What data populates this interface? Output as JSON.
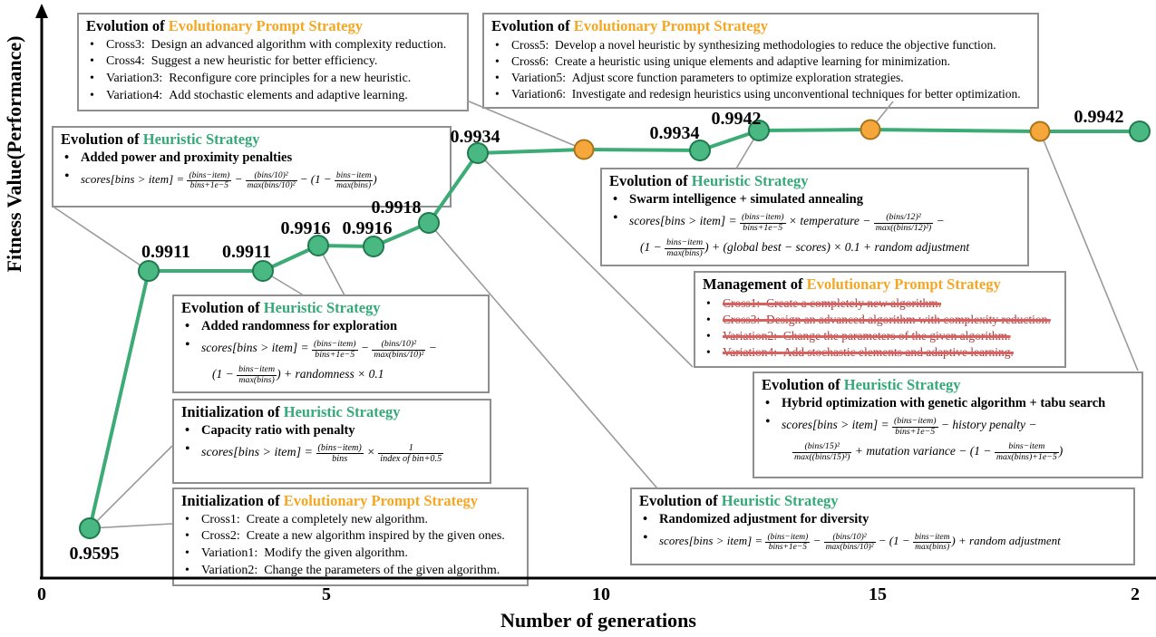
{
  "colors": {
    "green": "#49b882",
    "green_dark": "#1f7a4c",
    "orange": "#f6a73b",
    "orange_dark": "#a8741a",
    "line": "#3dab75",
    "text_green": "#35a978",
    "text_orange": "#f5a623",
    "strike_text": "#a83b3b",
    "strike_line": "#d9605f",
    "connector": "#9a9a9a",
    "box_border": "#8f8f8f"
  },
  "axes": {
    "y_label": "Fitness Value(Performance)",
    "x_label": "Number of generations",
    "ticks": [
      {
        "label": "0",
        "x": 46
      },
      {
        "label": "5",
        "x": 360
      },
      {
        "label": "10",
        "x": 663
      },
      {
        "label": "15",
        "x": 968
      },
      {
        "label": "2",
        "x": 1252
      }
    ]
  },
  "chart_data": {
    "type": "line",
    "title": "",
    "xlabel": "Number of generations",
    "ylabel": "Fitness Value(Performance)",
    "x_tick_labels": [
      "0",
      "5",
      "10",
      "15",
      "2"
    ],
    "x": [
      1,
      2,
      4,
      5,
      6,
      7,
      8,
      10,
      12,
      13,
      15,
      18,
      20
    ],
    "y": [
      0.9595,
      0.9911,
      0.9911,
      0.9916,
      0.9916,
      0.9918,
      0.9934,
      0.9934,
      0.9934,
      0.9942,
      0.9942,
      0.9942,
      0.9942
    ],
    "point_types": [
      "heuristic",
      "heuristic",
      "heuristic",
      "heuristic",
      "heuristic",
      "heuristic",
      "heuristic",
      "prompt",
      "heuristic",
      "heuristic",
      "prompt",
      "prompt",
      "heuristic"
    ],
    "point_labels": [
      "0.9595",
      "0.9911",
      "0.9911",
      "0.9916",
      "0.9916",
      "0.9918",
      "0.9934",
      null,
      "0.9934",
      "0.9942",
      null,
      null,
      "0.9942"
    ],
    "series": [
      {
        "name": "heuristic evolution points",
        "color": "#49b882"
      },
      {
        "name": "evolutionary prompt strategy points",
        "color": "#f6a73b"
      }
    ],
    "legend": "none",
    "grid": false,
    "ylim_note": "y axis unlabeled (schematic)"
  },
  "plot": {
    "axis": {
      "x0": 46,
      "arrow_y": 4,
      "y1": 638,
      "xend": 1275
    },
    "points": [
      {
        "x": 99,
        "y": 583,
        "type": "h",
        "label": "0.9595",
        "lx": 104,
        "ly": 610
      },
      {
        "x": 164,
        "y": 299,
        "type": "h",
        "label": "0.9911",
        "lx": 183,
        "ly": 277
      },
      {
        "x": 290,
        "y": 299,
        "type": "h",
        "label": "0.9911",
        "lx": 272,
        "ly": 277
      },
      {
        "x": 351,
        "y": 271,
        "type": "h",
        "label": "0.9916",
        "lx": 337,
        "ly": 251
      },
      {
        "x": 412,
        "y": 272,
        "type": "h",
        "label": "0.9916",
        "lx": 405,
        "ly": 251
      },
      {
        "x": 473,
        "y": 246,
        "type": "h",
        "label": "0.9918",
        "lx": 437,
        "ly": 228
      },
      {
        "x": 527,
        "y": 169,
        "type": "h",
        "label": "0.9934",
        "lx": 524,
        "ly": 150
      },
      {
        "x": 644,
        "y": 165,
        "type": "p",
        "label": null
      },
      {
        "x": 772,
        "y": 166,
        "type": "h",
        "label": "0.9934",
        "lx": 744,
        "ly": 146
      },
      {
        "x": 837,
        "y": 144,
        "type": "h",
        "label": "0.9942",
        "lx": 812,
        "ly": 130
      },
      {
        "x": 960,
        "y": 143,
        "type": "p",
        "label": null
      },
      {
        "x": 1147,
        "y": 145,
        "type": "p",
        "label": null
      },
      {
        "x": 1257,
        "y": 145,
        "type": "h",
        "label": "0.9942",
        "lx": 1212,
        "ly": 128
      }
    ],
    "connectors": [
      [
        99,
        583,
        190,
        492
      ],
      [
        99,
        583,
        190,
        578
      ],
      [
        60,
        229,
        164,
        299
      ],
      [
        290,
        299,
        335,
        326
      ],
      [
        351,
        271,
        380,
        326
      ],
      [
        473,
        246,
        725,
        539
      ],
      [
        527,
        169,
        764,
        405
      ],
      [
        515,
        111,
        644,
        165
      ],
      [
        985,
        112,
        960,
        143
      ],
      [
        837,
        144,
        812,
        186
      ],
      [
        1147,
        145,
        1255,
        409
      ]
    ]
  },
  "boxes": {
    "eps_top_left": {
      "title": "Evolution of",
      "strategy": "Evolutionary Prompt Strategy",
      "strategy_type": "prompt",
      "items": [
        {
          "label": "Cross3:",
          "text": "Design an advanced algorithm with complexity reduction.",
          "struck": false
        },
        {
          "label": "Cross4:",
          "text": "Suggest a new heuristic for better efficiency.",
          "struck": false
        },
        {
          "label": "Variation3:",
          "text": "Reconfigure core principles for a new heuristic.",
          "struck": false
        },
        {
          "label": "Variation4:",
          "text": "Add stochastic elements and adaptive learning.",
          "struck": false
        }
      ]
    },
    "eps_top_right": {
      "title": "Evolution of",
      "strategy": "Evolutionary Prompt Strategy",
      "strategy_type": "prompt",
      "items": [
        {
          "label": "Cross5:",
          "text": "Develop a novel heuristic by synthesizing methodologies to reduce the objective function.",
          "struck": false
        },
        {
          "label": "Cross6:",
          "text": "Create a heuristic using unique elements and adaptive learning for minimization.",
          "struck": false
        },
        {
          "label": "Variation5:",
          "text": "Adjust score function parameters to optimize exploration strategies.",
          "struck": false
        },
        {
          "label": "Variation6:",
          "text": "Investigate and redesign heuristics using unconventional techniques for better optimization.",
          "struck": false
        }
      ]
    },
    "added_power": {
      "title": "Evolution of",
      "strategy": "Heuristic Strategy",
      "strategy_type": "heuristic",
      "subtitle": "Added power and proximity penalties",
      "formula_lines": [
        [
          {
            "t": "scores[bins > item] = "
          },
          {
            "f": [
              "(bins−item)",
              "bins+1e−5"
            ]
          },
          {
            "t": " − "
          },
          {
            "f": [
              "(bins/10)²",
              "max(bins/10)²"
            ]
          },
          {
            "t": " − (1 − "
          },
          {
            "f": [
              "bins−item",
              "max(bins)"
            ]
          },
          {
            "t": ")"
          }
        ]
      ]
    },
    "swarm": {
      "title": "Evolution of",
      "strategy": "Heuristic Strategy",
      "strategy_type": "heuristic",
      "subtitle": "Swarm intelligence + simulated annealing",
      "formula_lines": [
        [
          {
            "t": "scores[bins > item] = "
          },
          {
            "f": [
              "(bins−item)",
              "bins+1e−5"
            ]
          },
          {
            "t": " × temperature − "
          },
          {
            "f": [
              "(bins/12)²",
              "max((bins/12)²)"
            ]
          },
          {
            "t": " −"
          }
        ],
        [
          {
            "t": "(1 − "
          },
          {
            "f": [
              "bins−item",
              "max(bins)"
            ]
          },
          {
            "t": ") + (global best − scores) × 0.1 + random adjustment"
          }
        ]
      ]
    },
    "management": {
      "title": "Management of",
      "strategy": "Evolutionary Prompt Strategy",
      "strategy_type": "prompt",
      "items": [
        {
          "label": "Cross1:",
          "text": "Create a completely new algorithm.",
          "struck": true
        },
        {
          "label": "Cross3:",
          "text": "Design an advanced algorithm with complexity reduction.",
          "struck": true
        },
        {
          "label": "Variation2:",
          "text": "Change the parameters of the given algorithm.",
          "struck": true
        },
        {
          "label": "Variation4:",
          "text": "Add stochastic elements and adaptive learning.",
          "struck": true
        }
      ]
    },
    "hybrid": {
      "title": "Evolution of",
      "strategy": "Heuristic Strategy",
      "strategy_type": "heuristic",
      "subtitle": "Hybrid optimization with genetic algorithm + tabu search",
      "formula_lines": [
        [
          {
            "t": "scores[bins > item] = "
          },
          {
            "f": [
              "(bins−item)",
              "bins+1e−5"
            ]
          },
          {
            "t": " − history penalty −"
          }
        ],
        [
          {
            "f": [
              "(bins/15)²",
              "max((bins/15)²)"
            ]
          },
          {
            "t": " + mutation variance − (1 − "
          },
          {
            "f": [
              "bins−item",
              "max(bins)+1e−5"
            ]
          },
          {
            "t": ")"
          }
        ]
      ]
    },
    "randomized": {
      "title": "Evolution of",
      "strategy": "Heuristic Strategy",
      "strategy_type": "heuristic",
      "subtitle": "Randomized adjustment for diversity",
      "formula_lines": [
        [
          {
            "t": "scores[bins > item] = "
          },
          {
            "f": [
              "(bins−item)",
              "bins+1e−5"
            ]
          },
          {
            "t": " − "
          },
          {
            "f": [
              "(bins/10)²",
              "max(bins/10)²"
            ]
          },
          {
            "t": " − (1 − "
          },
          {
            "f": [
              "bins−item",
              "max(bins)"
            ]
          },
          {
            "t": ") + random adjustment"
          }
        ]
      ]
    },
    "randomness": {
      "title": "Evolution of",
      "strategy": "Heuristic Strategy",
      "strategy_type": "heuristic",
      "subtitle": "Added randomness for exploration",
      "formula_lines": [
        [
          {
            "t": "scores[bins > item] = "
          },
          {
            "f": [
              "(bins−item)",
              "bins+1e−5"
            ]
          },
          {
            "t": " − "
          },
          {
            "f": [
              "(bins/10)²",
              "max(bins/10)²"
            ]
          },
          {
            "t": " −"
          }
        ],
        [
          {
            "t": "(1 − "
          },
          {
            "f": [
              "bins−item",
              "max(bins)"
            ]
          },
          {
            "t": ") + randomness × 0.1"
          }
        ]
      ]
    },
    "init_heuristic": {
      "title": "Initialization of",
      "strategy": "Heuristic Strategy",
      "strategy_type": "heuristic",
      "subtitle": "Capacity ratio with penalty",
      "formula_lines": [
        [
          {
            "t": "scores[bins > item] = "
          },
          {
            "f": [
              "(bins−item)",
              "bins"
            ]
          },
          {
            "t": " × "
          },
          {
            "f": [
              "1",
              "index of bin+0.5"
            ]
          }
        ]
      ]
    },
    "init_eps": {
      "title": "Initialization of",
      "strategy": "Evolutionary Prompt Strategy",
      "strategy_type": "prompt",
      "items": [
        {
          "label": "Cross1:",
          "text": "Create a completely new algorithm.",
          "struck": false
        },
        {
          "label": "Cross2:",
          "text": "Create a new algorithm inspired by the given ones.",
          "struck": false
        },
        {
          "label": "Variation1:",
          "text": "Modify the given algorithm.",
          "struck": false
        },
        {
          "label": "Variation2:",
          "text": "Change the parameters of the given algorithm.",
          "struck": false
        }
      ]
    }
  }
}
